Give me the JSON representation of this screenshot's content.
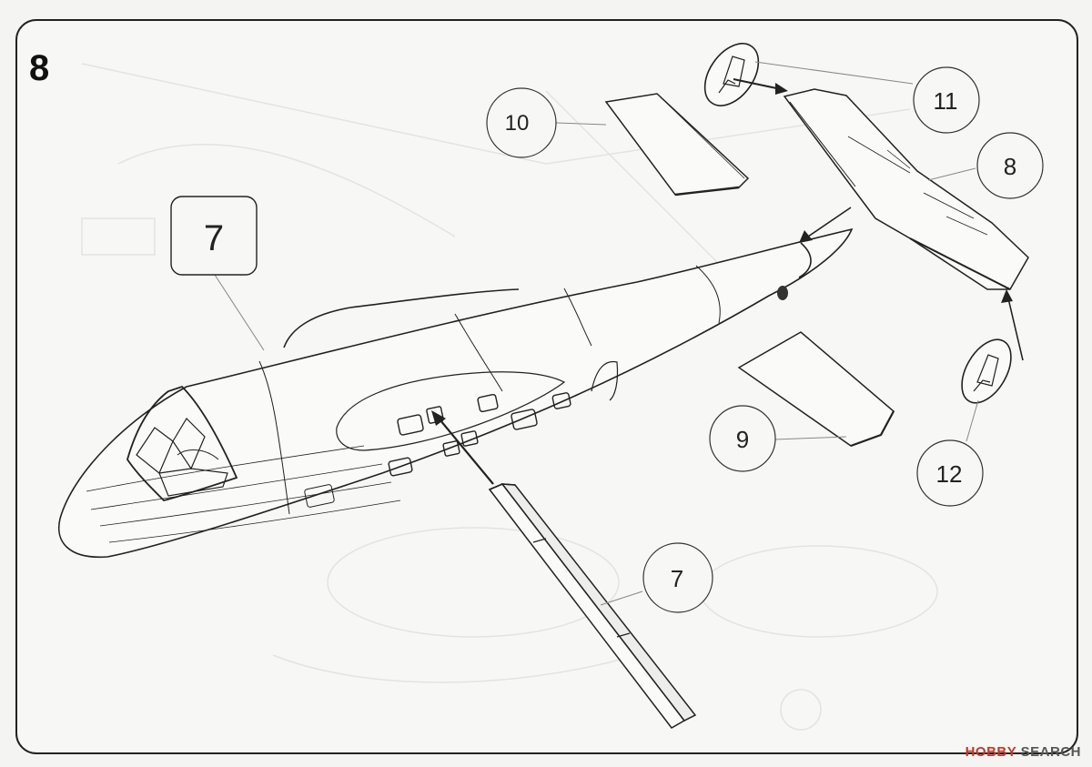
{
  "step_number": "8",
  "parts": {
    "fuselage_box": "7",
    "callout_10": "10",
    "callout_11": "11",
    "callout_8": "8",
    "callout_9": "9",
    "callout_12": "12",
    "callout_7": "7"
  },
  "watermark": {
    "brand": "HOBBY",
    "suffix": "SEARCH"
  }
}
